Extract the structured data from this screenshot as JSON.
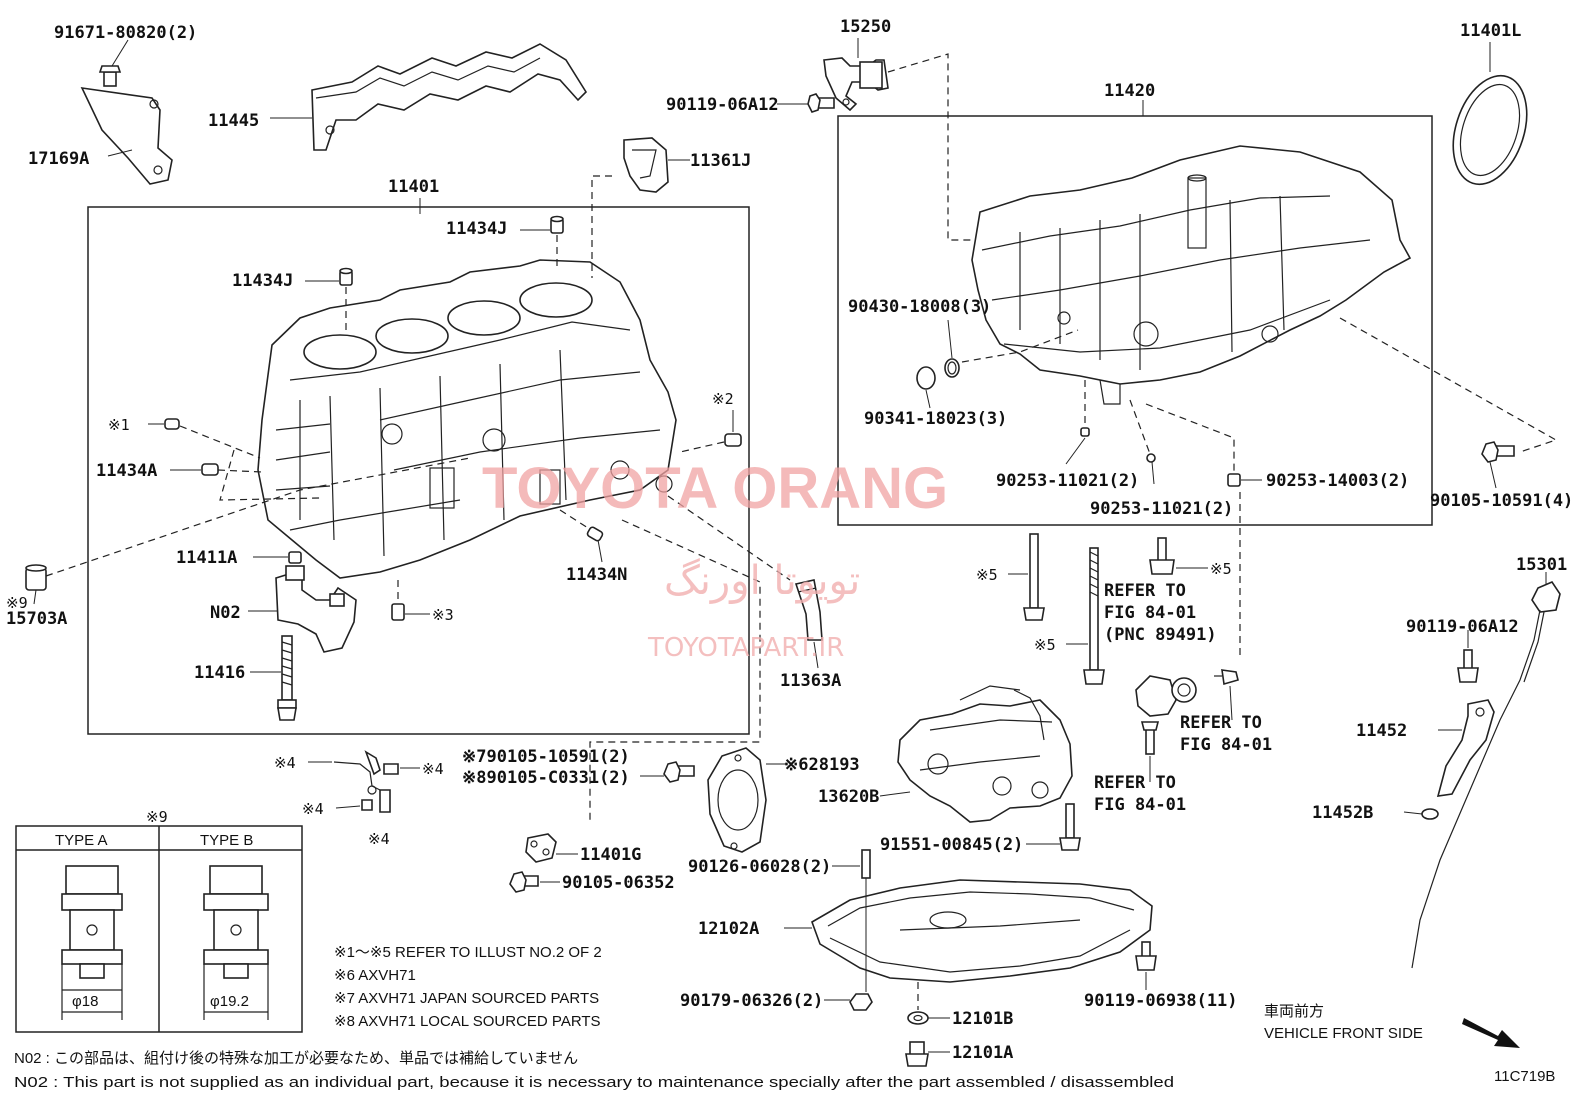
{
  "figure_code": "11C719B",
  "labels": {
    "p91671": "91671-80820(2)",
    "p17169A": "17169A",
    "p11445": "11445",
    "p11401": "11401",
    "p11361J": "11361J",
    "p11434J_top": "11434J",
    "p11434J_left": "11434J",
    "p15250": "15250",
    "p90119_top": "90119-06A12",
    "p11420": "11420",
    "p11401L": "11401L",
    "p90430": "90430-18008(3)",
    "p90341": "90341-18023(3)",
    "p90253_a": "90253-11021(2)",
    "p90253_b": "90253-11021(2)",
    "p90253_c": "90253-14003(2)",
    "p90105_right": "90105-10591(4)",
    "p11434A": "11434A",
    "p11411A": "11411A",
    "p11434N": "11434N",
    "p15703A": "15703A",
    "pN02": "N02",
    "p11416": "11416",
    "p11363A": "11363A",
    "p15301": "15301",
    "p90119_right": "90119-06A12",
    "p11452": "11452",
    "p11452B": "11452B",
    "p90105_7": "90105-10591(2)",
    "p90105_8": "90105-C0331(2)",
    "p28193": "28193",
    "p13620B": "13620B",
    "p91551": "91551-00845(2)",
    "p11401G": "11401G",
    "p90105_06352": "90105-06352",
    "p90126": "90126-06028(2)",
    "p12102A": "12102A",
    "p90179": "90179-06326(2)",
    "p12101B": "12101B",
    "p12101A": "12101A",
    "p90119_06938": "90119-06938(11)"
  },
  "marks": {
    "m1": "※1",
    "m2": "※2",
    "m3": "※3",
    "m4a": "※4",
    "m4b": "※4",
    "m4c": "※4",
    "m4d": "※4",
    "m5a": "※5",
    "m5b": "※5",
    "m5c": "※5",
    "m6": "※6",
    "m7": "※7",
    "m8": "※8",
    "m9_left": "※9",
    "m9_box": "※9"
  },
  "refs": {
    "ref1_line1": "REFER TO",
    "ref1_line2": "FIG 84-01",
    "ref1_line3": "(PNC 89491)",
    "ref2_line1": "REFER TO",
    "ref2_line2": "FIG 84-01",
    "ref3_line1": "REFER TO",
    "ref3_line2": "FIG 84-01"
  },
  "type_table": {
    "title": "※9",
    "col_a": "TYPE A",
    "col_b": "TYPE B",
    "dim_a": "φ18",
    "dim_b": "φ19.2"
  },
  "notes": {
    "n1": "※1～※5  REFER TO ILLUST NO.2 OF 2",
    "n6": "※6 AXVH71",
    "n7": "※7 AXVH71 JAPAN SOURCED PARTS",
    "n8": "※8 AXVH71 LOCAL SOURCED PARTS",
    "n02_jp": "N02 : この部品は、組付け後の特殊な加工が必要なため、単品では補給していません",
    "n02_en": "N02 : This part is not supplied as an individual part, because it is necessary to maintenance specially after the part assembled / disassembled"
  },
  "vehicle": {
    "jp": "車両前方",
    "en": "VEHICLE FRONT SIDE"
  },
  "watermark": {
    "main": "TOYOTA ORANG",
    "persian": "تویوتا اورنگ",
    "site": "TOYOTAPART.IR"
  }
}
